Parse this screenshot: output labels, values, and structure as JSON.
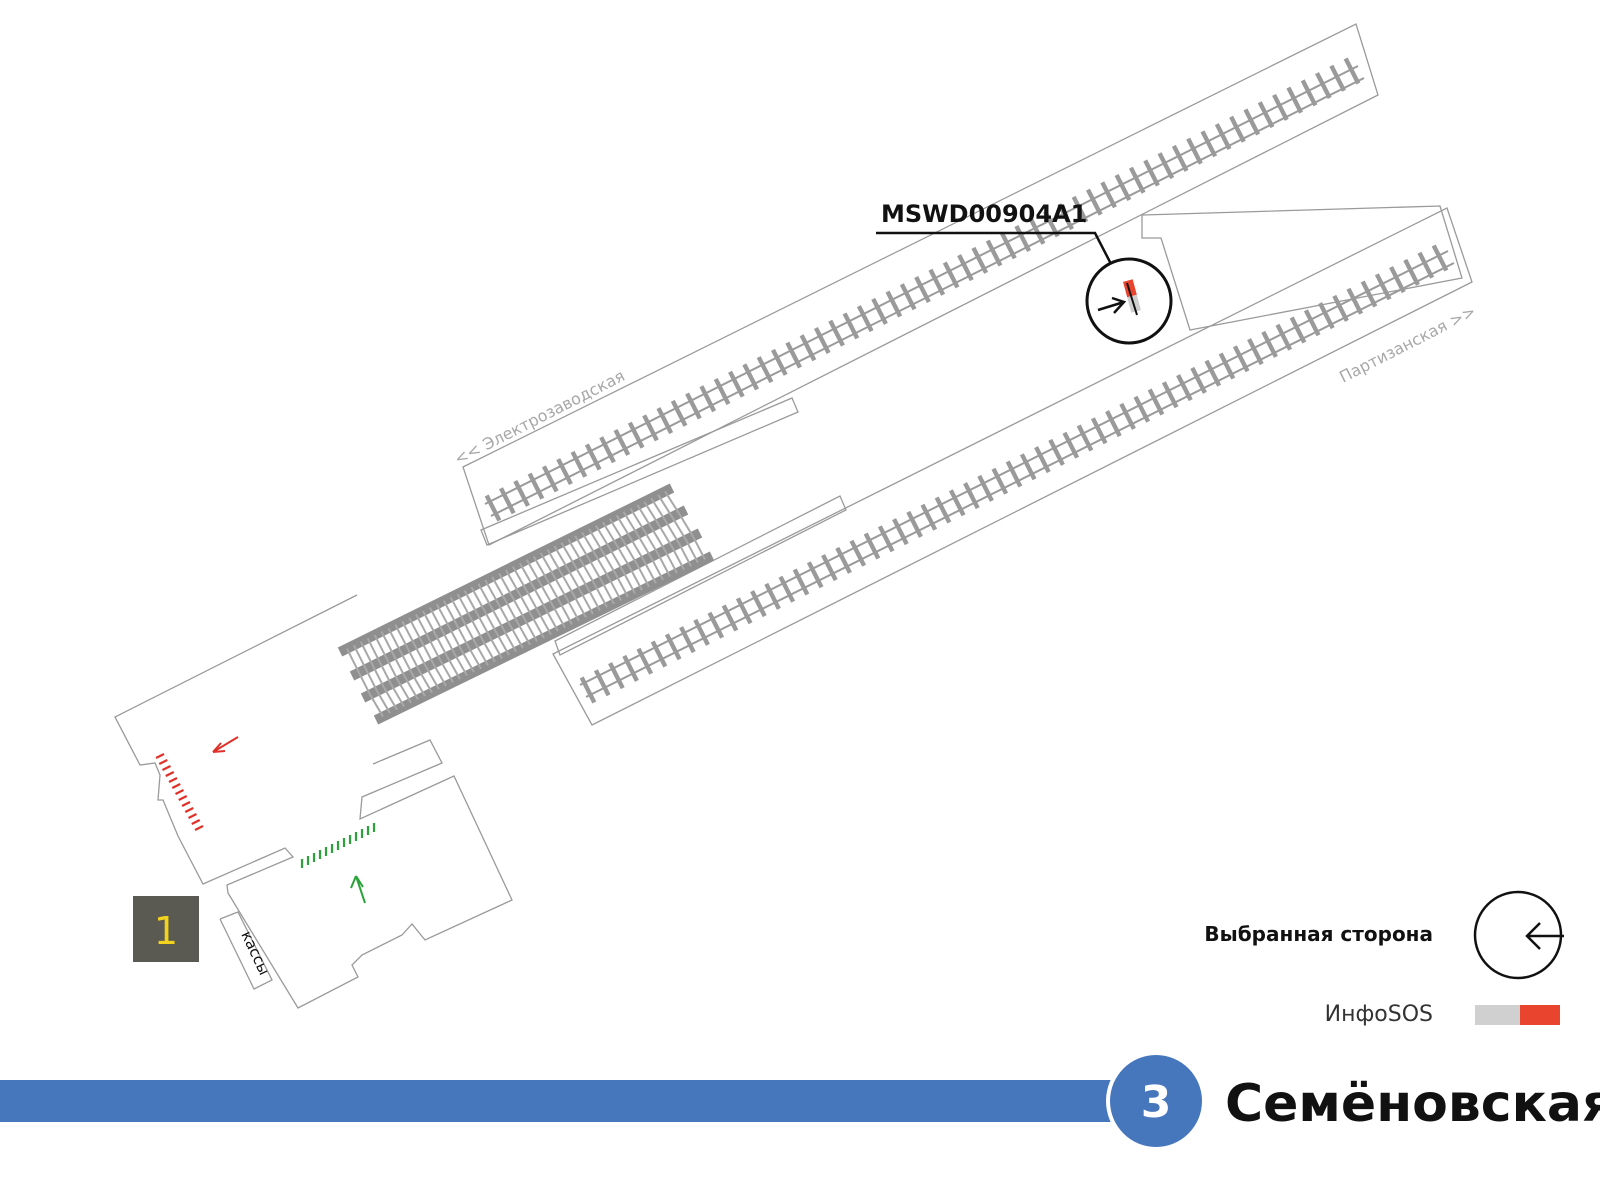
{
  "map": {
    "sensor_code": "MSWD00904A1",
    "direction_left": "<< Электрозаводская",
    "direction_right": "Партизанская >>",
    "kassy_label": "кассы",
    "exit_number": "1",
    "icons": [
      "camera-side-icon",
      "escalator-icon",
      "rail-track-icon",
      "entry-arrow-icon",
      "exit-arrow-icon"
    ]
  },
  "legend": {
    "selected_side_label": "Выбранная сторона",
    "infosos_label": "ИнфоSOS"
  },
  "footer": {
    "line_number": "3",
    "station_name": "Семёновская"
  },
  "colors": {
    "line_blue": "#4677bd",
    "infosos_red": "#e8442e",
    "infosos_gray": "#d0d0d0",
    "exit_badge_bg": "#5a5a52",
    "exit_badge_fg": "#f2d21d",
    "entry_green": "#2aa33a",
    "exit_red": "#e0302a",
    "rail_gray": "#9a9a9a",
    "escalator_gray": "#8f8f8f"
  }
}
